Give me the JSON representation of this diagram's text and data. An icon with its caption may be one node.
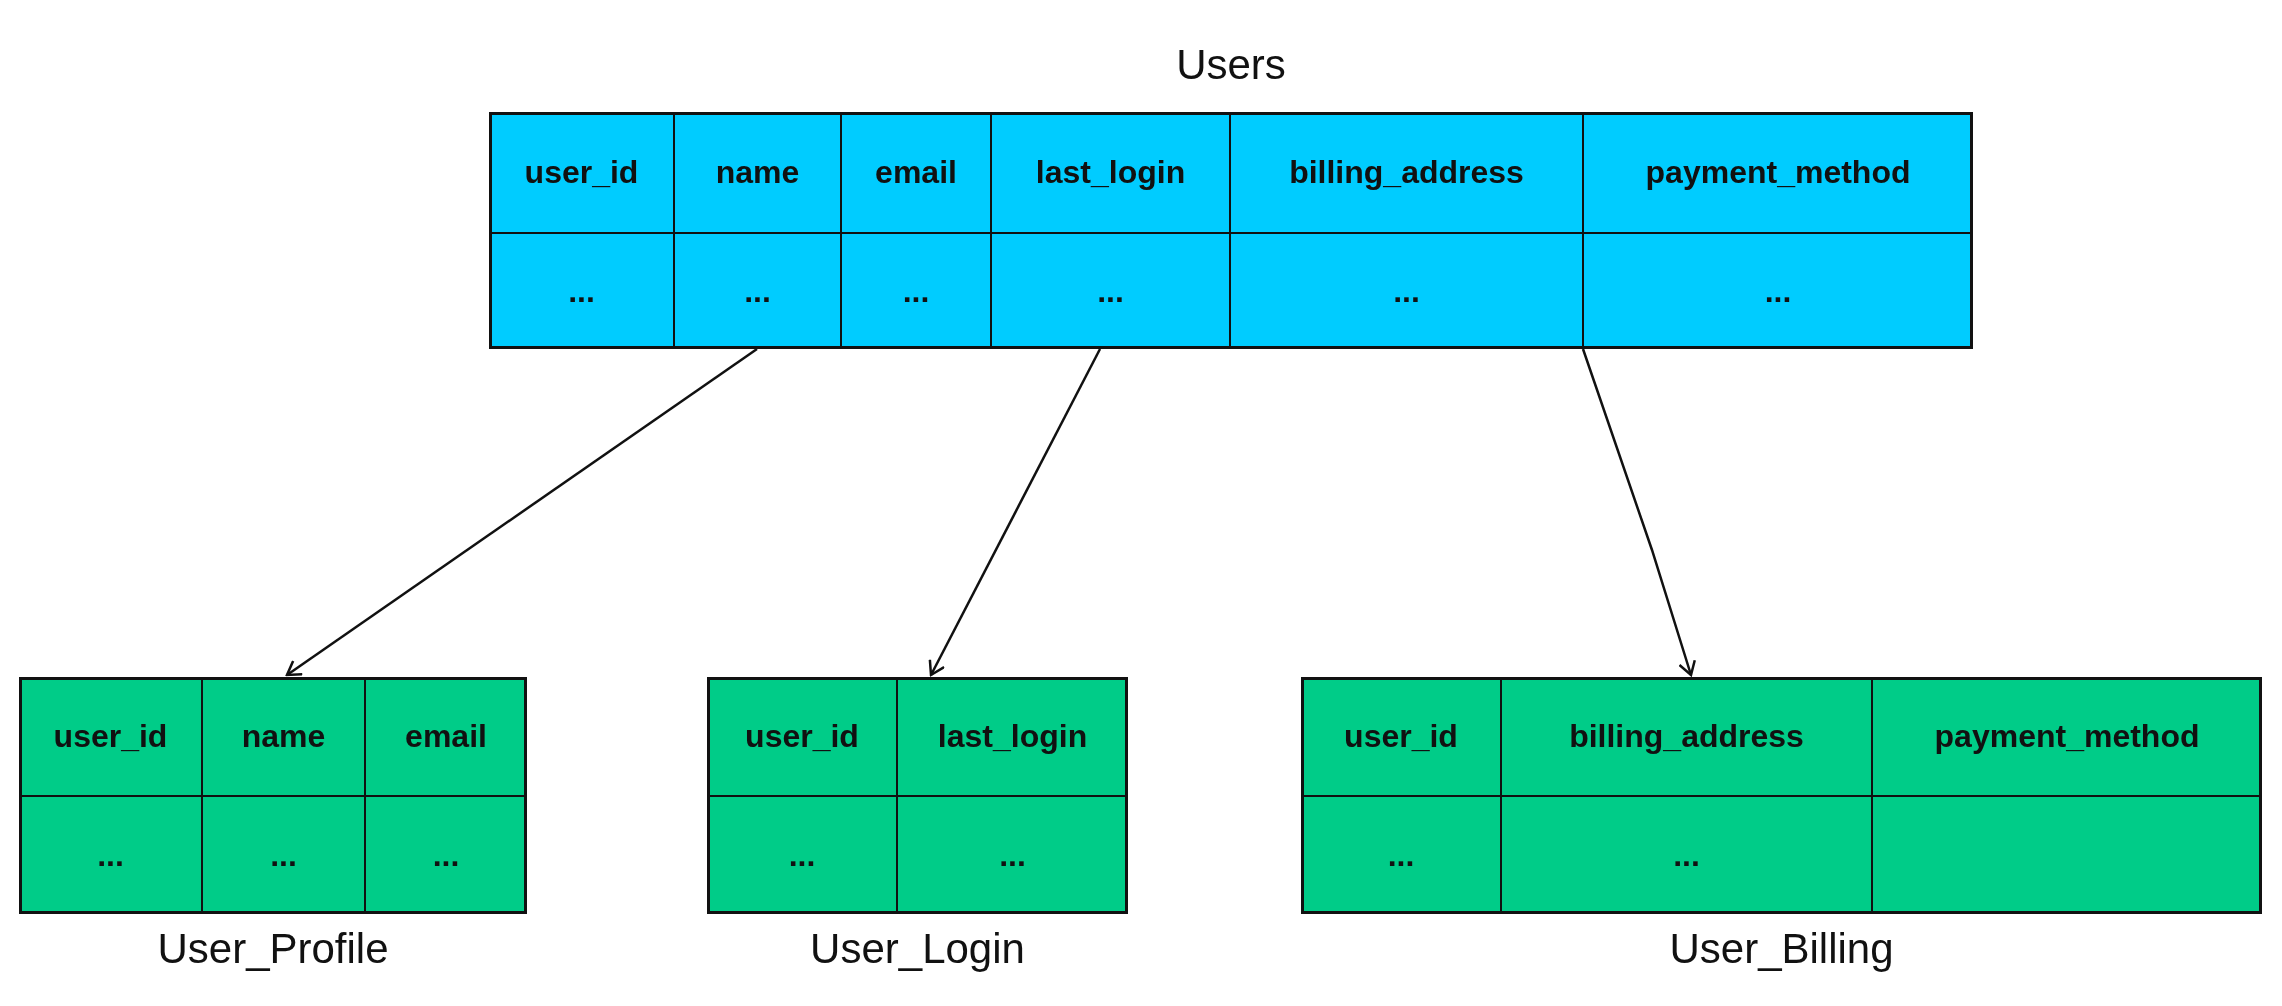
{
  "diagram": {
    "nodes": [
      {
        "text": [
          "Users"
        ]
      },
      {
        "text": [
          "user_id"
        ],
        "in": 0
      },
      {
        "text": [
          "name"
        ],
        "in": 0
      },
      {
        "text": [
          "email"
        ],
        "in": 0
      },
      {
        "text": [
          "last_login"
        ],
        "in": 0
      },
      {
        "text": [
          "billing_address"
        ],
        "in": 0
      },
      {
        "text": [
          "payment_method"
        ],
        "in": 0
      },
      {
        "text": [
          "..."
        ],
        "in": 0
      },
      {
        "text": [
          "..."
        ],
        "in": 0
      },
      {
        "text": [
          "..."
        ],
        "in": 0
      },
      {
        "text": [
          "..."
        ],
        "in": 0
      },
      {
        "text": [
          "..."
        ],
        "in": 0
      },
      {
        "text": [
          "..."
        ],
        "in": 0
      },
      {
        "text": [
          "User_Profile"
        ]
      },
      {
        "text": [
          "user_id"
        ],
        "in": 13
      },
      {
        "text": [
          "name"
        ],
        "in": 13
      },
      {
        "text": [
          "email"
        ],
        "in": 13
      },
      {
        "text": [
          "..."
        ],
        "in": 13
      },
      {
        "text": [
          "..."
        ],
        "in": 13
      },
      {
        "text": [
          "..."
        ],
        "in": 13
      },
      {
        "text": [
          "User_Login"
        ]
      },
      {
        "text": [
          "user_id"
        ],
        "in": 20
      },
      {
        "text": [
          "last_login"
        ],
        "in": 20
      },
      {
        "text": [
          "..."
        ],
        "in": 20
      },
      {
        "text": [
          "..."
        ],
        "in": 20
      },
      {
        "text": [
          "User_Billing"
        ]
      },
      {
        "text": [
          "user_id"
        ],
        "in": 25
      },
      {
        "text": [
          "billing_address"
        ],
        "in": 25
      },
      {
        "text": [
          "payment_method"
        ],
        "in": 25
      },
      {
        "text": [
          "..."
        ],
        "in": 25
      },
      {
        "text": [
          "..."
        ],
        "in": 25
      },
      {
        "text": [],
        "shape": "box",
        "in": 25
      }
    ],
    "edges": [
      {
        "from": 0,
        "to": 13,
        "arrow": "to"
      },
      {
        "from": 0,
        "to": 20,
        "arrow": "to"
      },
      {
        "from": 0,
        "to": 25,
        "arrow": "to"
      }
    ]
  }
}
